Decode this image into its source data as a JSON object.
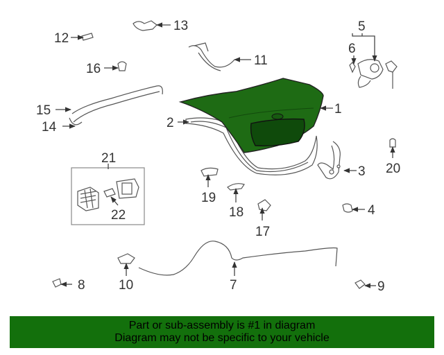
{
  "diagram": {
    "highlight_color": "#1e6b14",
    "callouts": {
      "c1": "1",
      "c2": "2",
      "c3": "3",
      "c4": "4",
      "c5": "5",
      "c6": "6",
      "c7": "7",
      "c8": "8",
      "c9": "9",
      "c10": "10",
      "c11": "11",
      "c12": "12",
      "c13": "13",
      "c14": "14",
      "c15": "15",
      "c16": "16",
      "c17": "17",
      "c18": "18",
      "c19": "19",
      "c20": "20",
      "c21": "21",
      "c22": "22"
    }
  },
  "banner": {
    "line1": "Part or sub-assembly is #1 in diagram",
    "line2": "Diagram may not be specific to your vehicle",
    "background": "#13700c"
  }
}
